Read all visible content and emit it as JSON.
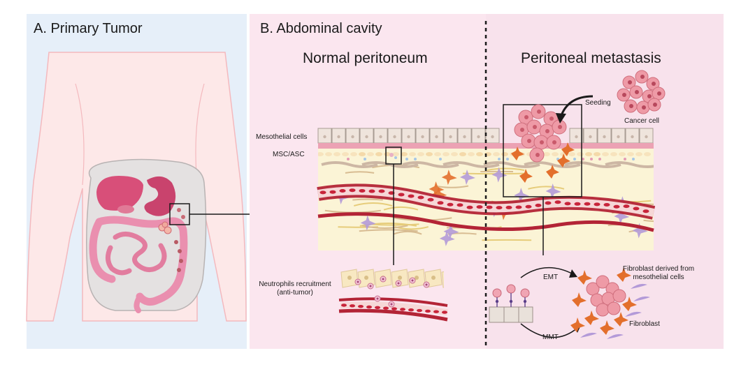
{
  "panel_a": {
    "title": "A.  Primary Tumor"
  },
  "panel_b": {
    "title": "B.  Abdominal cavity",
    "normal_title": "Normal peritoneum",
    "metastasis_title": "Peritoneal metastasis"
  },
  "labels": {
    "mesothelial_cells": "Mesothelial cells",
    "msc_asc": "MSC/ASC",
    "seeding": "Seeding",
    "cancer_cell": "Cancer cell",
    "neutrophils_line1": "Neutrophils recruitment",
    "neutrophils_line2": "(anti-tumor)",
    "emt": "EMT",
    "mmt": "MMT",
    "fibroblast_derived_line1": "Fibroblast derived from",
    "fibroblast_derived_line2": "mesothelial cells",
    "fibroblast": "Fibroblast"
  },
  "colors": {
    "panel_a_bg": "#e6eff9",
    "panel_b_bg": "#fbe6ef",
    "panel_b_right_bg": "#f8e2ec",
    "mesothelial": "#efe4dc",
    "tissue": "#fbf4d6",
    "vessel": "#b32436",
    "rbc": "#c8243a",
    "cancer": "#ee9aa6",
    "fibroblast_orange": "#e36f2c",
    "fibroblast_purple": "#b39ad8",
    "organ": "#d84f79",
    "intestine": "#ea8faf"
  }
}
